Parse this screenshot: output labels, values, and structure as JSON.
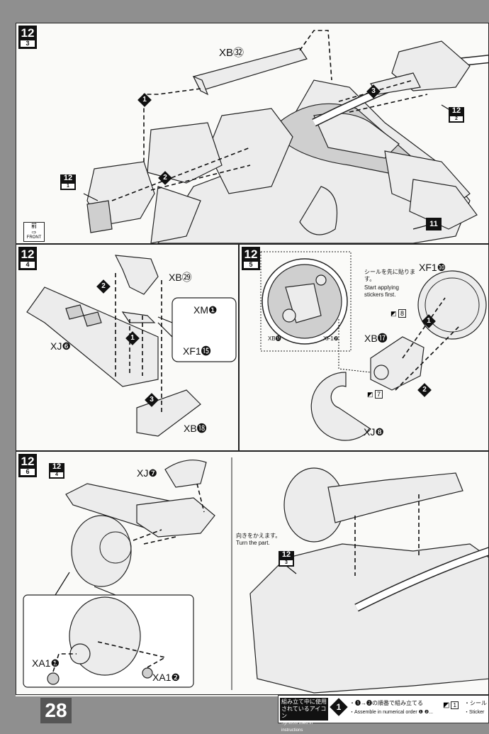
{
  "page_number": "28",
  "panels": {
    "p1": {
      "step": "12",
      "sub": "3",
      "label_xb32": "XB㉜",
      "ref_a": "12",
      "ref_a_sub": "2",
      "ref_b": "12",
      "ref_b_sub": "1",
      "part_id": "11",
      "front_label": "FRONT",
      "front_kanji": "前",
      "seq1": "1",
      "seq2": "2",
      "seq3": "3"
    },
    "p2": {
      "step": "12",
      "sub": "4",
      "label_xb29": "XB㉙",
      "label_xj6": "XJ❻",
      "label_xm1": "XM❶",
      "label_xf15": "XF1⓯",
      "label_xb18": "XB⓲",
      "seq1": "1",
      "seq2": "2",
      "seq3": "3"
    },
    "p3": {
      "step": "12",
      "sub": "5",
      "label_xf10": "XF1❿",
      "label_xb17": "XB⓱",
      "label_xj8": "XJ❽",
      "inset_xb17": "XB⓱",
      "inset_xf10": "XF1❿",
      "note_jp": "シールを先に貼ります。",
      "note_en": "Start applying stickers first.",
      "sticker_a": "8",
      "sticker_b": "7",
      "seq1": "1",
      "seq2": "2"
    },
    "p4": {
      "step": "12",
      "sub": "6",
      "ref": "12",
      "ref_sub": "4",
      "label_xj7": "XJ❼",
      "label_xa11": "XA1❶",
      "label_xa12": "XA1❷",
      "turn_jp": "向きをかえます。",
      "turn_en": "Turn the part.",
      "ref2": "12",
      "ref2_sub": "3"
    }
  },
  "footer": {
    "jp_title": "組み立て中に使用されているアイコン",
    "en_title": "Symbols used in instructions",
    "seq_jp": "・❶→❷の順番で組み立てる",
    "seq_en": "・Assemble in numerical order ❶ ❷...",
    "sticker_jp": "・シール",
    "sticker_en": "・Sticker",
    "icon_num": "1"
  }
}
